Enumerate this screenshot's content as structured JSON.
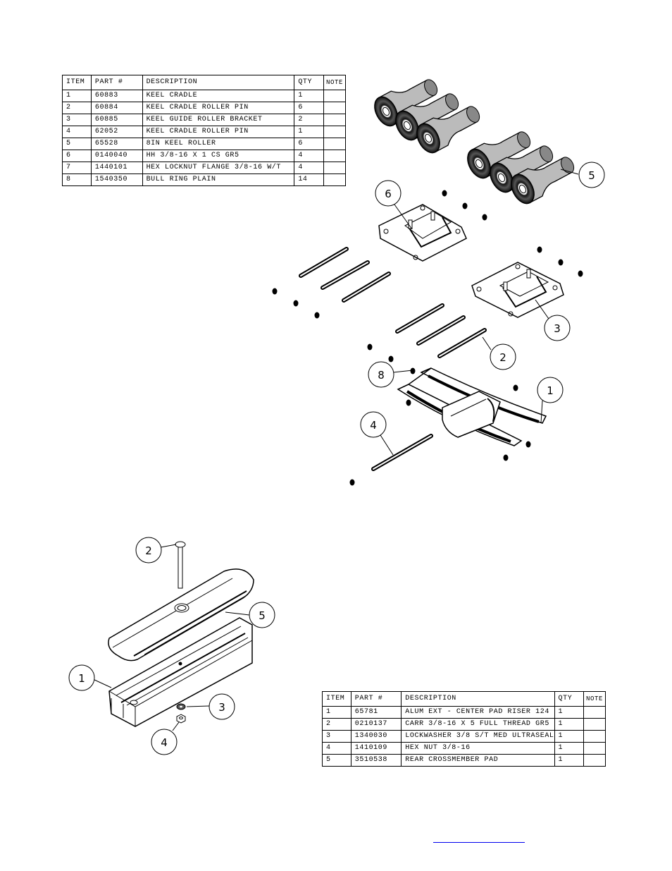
{
  "table1": {
    "headers": {
      "item": "ITEM",
      "part": "PART #",
      "description": "DESCRIPTION",
      "qty": "QTY",
      "note": "NOTE"
    },
    "rows": [
      {
        "item": "1",
        "part": "60883",
        "description": "KEEL CRADLE",
        "qty": "1",
        "note": ""
      },
      {
        "item": "2",
        "part": "60884",
        "description": "KEEL CRADLE ROLLER PIN",
        "qty": "6",
        "note": ""
      },
      {
        "item": "3",
        "part": "60885",
        "description": "KEEL GUIDE ROLLER BRACKET",
        "qty": "2",
        "note": ""
      },
      {
        "item": "4",
        "part": "62052",
        "description": "KEEL CRADLE ROLLER PIN",
        "qty": "1",
        "note": ""
      },
      {
        "item": "5",
        "part": "65528",
        "description": "8IN KEEL ROLLER",
        "qty": "6",
        "note": ""
      },
      {
        "item": "6",
        "part": "0140040",
        "description": "HH 3/8-16 X 1 CS GR5",
        "qty": "4",
        "note": ""
      },
      {
        "item": "7",
        "part": "1440101",
        "description": "HEX LOCKNUT FLANGE 3/8-16 W/T",
        "qty": "4",
        "note": ""
      },
      {
        "item": "8",
        "part": "1540350",
        "description": "BULL RING PLAIN",
        "qty": "14",
        "note": ""
      }
    ]
  },
  "table2": {
    "headers": {
      "item": "ITEM",
      "part": "PART #",
      "description": "DESCRIPTION",
      "qty": "QTY",
      "note": "NOTE"
    },
    "rows": [
      {
        "item": "1",
        "part": "65781",
        "description": "ALUM EXT - CENTER PAD RISER 124",
        "qty": "1",
        "note": ""
      },
      {
        "item": "2",
        "part": "0210137",
        "description": "CARR 3/8-16 X 5 FULL THREAD GR5",
        "qty": "1",
        "note": ""
      },
      {
        "item": "3",
        "part": "1340030",
        "description": "LOCKWASHER 3/8 S/T MED ULTRASEAL",
        "qty": "1",
        "note": ""
      },
      {
        "item": "4",
        "part": "1410109",
        "description": "HEX NUT 3/8-16",
        "qty": "1",
        "note": ""
      },
      {
        "item": "5",
        "part": "3510538",
        "description": "REAR CROSSMEMBER PAD",
        "qty": "1",
        "note": ""
      }
    ]
  },
  "diagram1": {
    "callouts": [
      {
        "label": "5"
      },
      {
        "label": "6"
      },
      {
        "label": "3"
      },
      {
        "label": "2"
      },
      {
        "label": "8"
      },
      {
        "label": "1"
      },
      {
        "label": "4"
      }
    ]
  },
  "diagram2": {
    "callouts": [
      {
        "label": "2"
      },
      {
        "label": "5"
      },
      {
        "label": "1"
      },
      {
        "label": "3"
      },
      {
        "label": "4"
      }
    ]
  }
}
